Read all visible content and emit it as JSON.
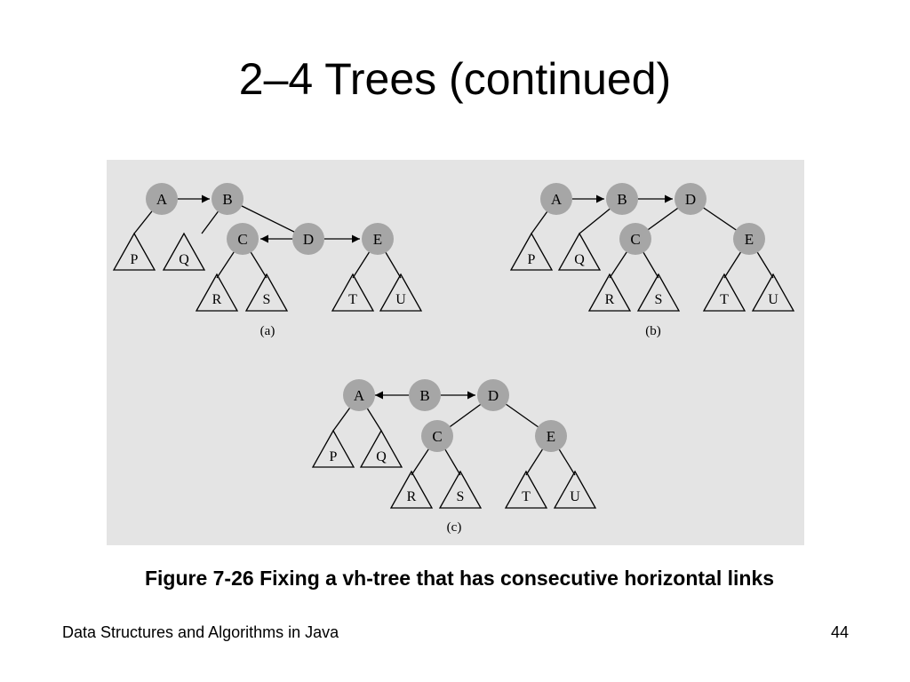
{
  "slide": {
    "title": "2–4 Trees (continued)",
    "caption": "Figure 7-26 Fixing a vh-tree that has consecutive horizontal links",
    "footer_left": "Data Structures and Algorithms in Java",
    "page_number": "44"
  },
  "figure": {
    "panels": [
      {
        "label": "(a)",
        "nodes": [
          "A",
          "B",
          "C",
          "D",
          "E"
        ],
        "subtrees": [
          "P",
          "Q",
          "R",
          "S",
          "T",
          "U"
        ]
      },
      {
        "label": "(b)",
        "nodes": [
          "A",
          "B",
          "D",
          "C",
          "E"
        ],
        "subtrees": [
          "P",
          "Q",
          "R",
          "S",
          "T",
          "U"
        ]
      },
      {
        "label": "(c)",
        "nodes": [
          "A",
          "B",
          "D",
          "C",
          "E"
        ],
        "subtrees": [
          "P",
          "Q",
          "R",
          "S",
          "T",
          "U"
        ]
      }
    ]
  },
  "colors": {
    "node_fill": "#a6a6a6",
    "panel_background": "#e4e4e4",
    "line": "#000000"
  }
}
